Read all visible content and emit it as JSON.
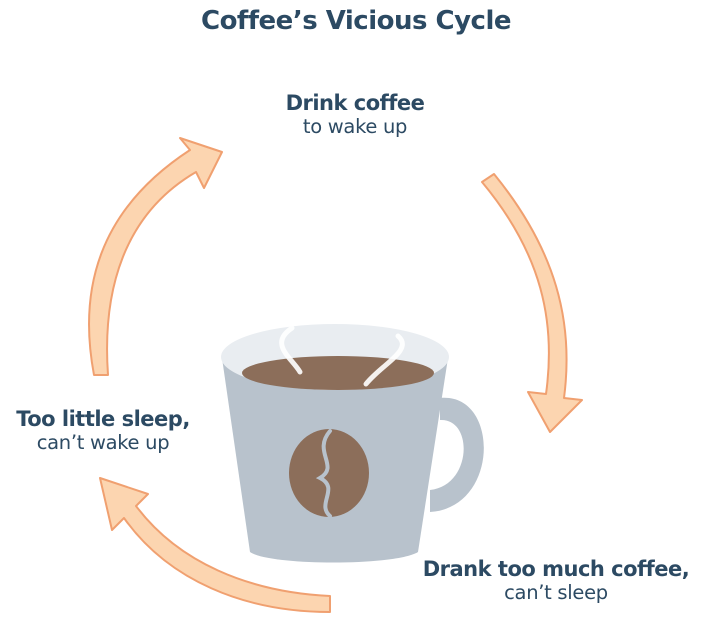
{
  "title": "Coffee’s Vicious Cycle",
  "cycle": [
    {
      "bold": "Drink coffee",
      "light": "to wake up"
    },
    {
      "bold": "Drank too much coffee,",
      "light": "can’t sleep"
    },
    {
      "bold": "Too little sleep,",
      "light": "can’t wake up"
    }
  ],
  "icons": {
    "center": "coffee-mug-icon",
    "bean": "coffee-bean-icon",
    "arrows": "curved-arrow-icon"
  },
  "colors": {
    "title_text": "#2c4a63",
    "arrow_fill": "#fcd5b0",
    "arrow_stroke": "#f0a070",
    "mug_body": "#b8c2cc",
    "mug_rim": "#e9edf1",
    "coffee": "#8c6e5a"
  }
}
